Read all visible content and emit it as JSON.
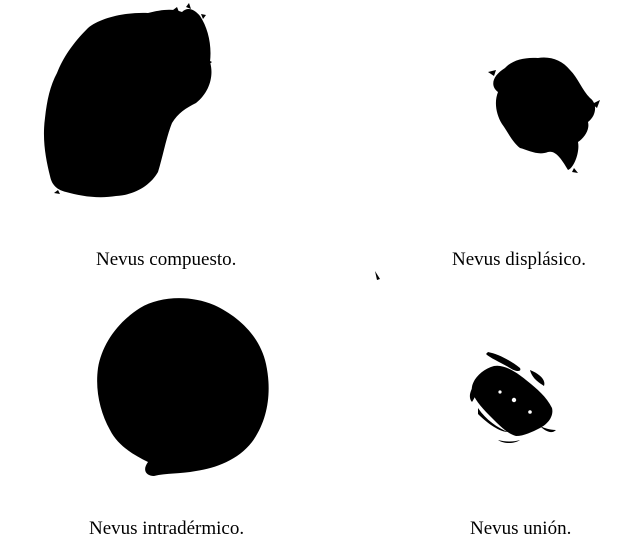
{
  "figure": {
    "panels": [
      {
        "caption": "Nevus compuesto."
      },
      {
        "caption": "Nevus displásico."
      },
      {
        "caption": "Nevus intradérmico."
      },
      {
        "caption": "Nevus unión."
      }
    ]
  }
}
